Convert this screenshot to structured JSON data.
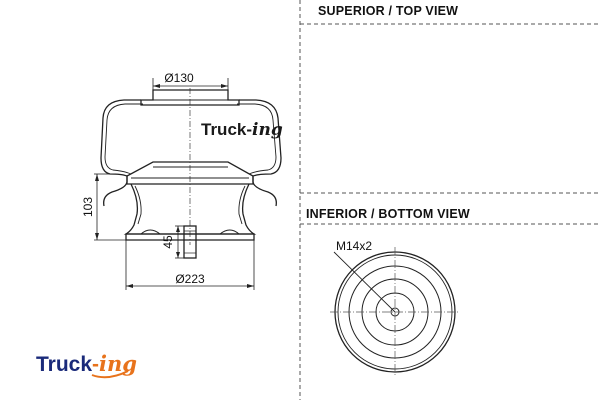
{
  "views": {
    "top_title": "SUPERIOR / TOP VIEW",
    "bottom_title": "INFERIOR / BOTTOM VIEW"
  },
  "dimensions": {
    "top_diameter": "Ø130",
    "bottom_diameter": "Ø223",
    "height": "103",
    "stud_height": "45",
    "thread": "M14x2"
  },
  "brand": {
    "main": "Truck",
    "dash": "-",
    "script": "ing",
    "main_color": "#1a2a7a",
    "script_color": "#e8731c"
  }
}
